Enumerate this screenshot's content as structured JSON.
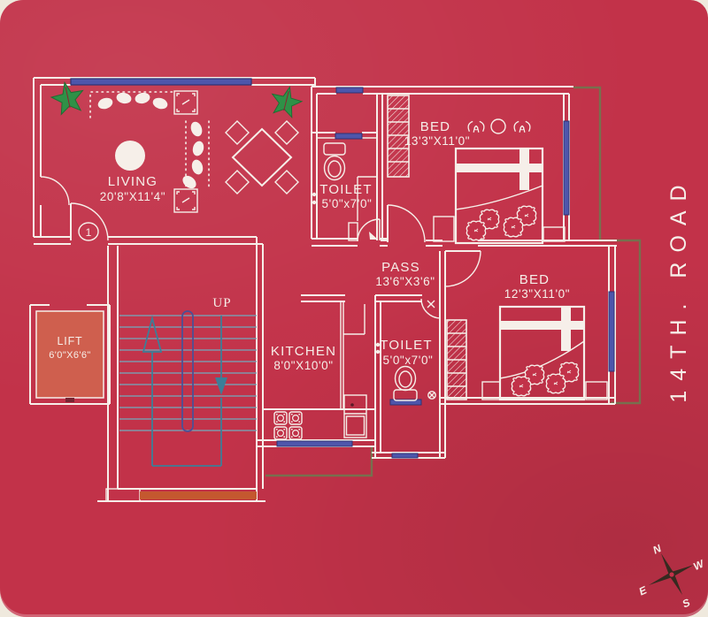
{
  "page": {
    "road_label": "14TH. ROAD"
  },
  "rooms": {
    "living": {
      "name": "LIVING",
      "dims": "20'8\"X11'4\""
    },
    "bed1": {
      "name": "BED",
      "dims": "13'3\"X11'0\""
    },
    "toilet1": {
      "name": "TOILET",
      "dims": "5'0\"x7'0\""
    },
    "pass": {
      "name": "PASS",
      "dims": "13'6\"X3'6\""
    },
    "bed2": {
      "name": "BED",
      "dims": "12'3\"X11'0\""
    },
    "toilet2": {
      "name": "TOILET",
      "dims": "5'0\"x7'0\""
    },
    "kitchen": {
      "name": "KITCHEN",
      "dims": "8'0\"X10'0\""
    },
    "lift": {
      "name": "LIFT",
      "dims": "6'0\"X6'6\""
    }
  },
  "stair": {
    "direction_label": "UP"
  },
  "entrance": {
    "door_number": "1"
  },
  "compass": {
    "north": "N",
    "south": "S",
    "east": "E",
    "west": "W"
  },
  "colors": {
    "background": "#c23249",
    "line": "#f6efe9",
    "window_blue": "#4e56ab",
    "outline_olive": "#77704e",
    "lift_fill": "#cf5f4e",
    "stair_tread": "#7e97ab",
    "stair_arrow": "#3c7e98",
    "plant_green": "#2f9147",
    "accent_orange": "#c4582f",
    "compass_dark": "#362a20"
  }
}
